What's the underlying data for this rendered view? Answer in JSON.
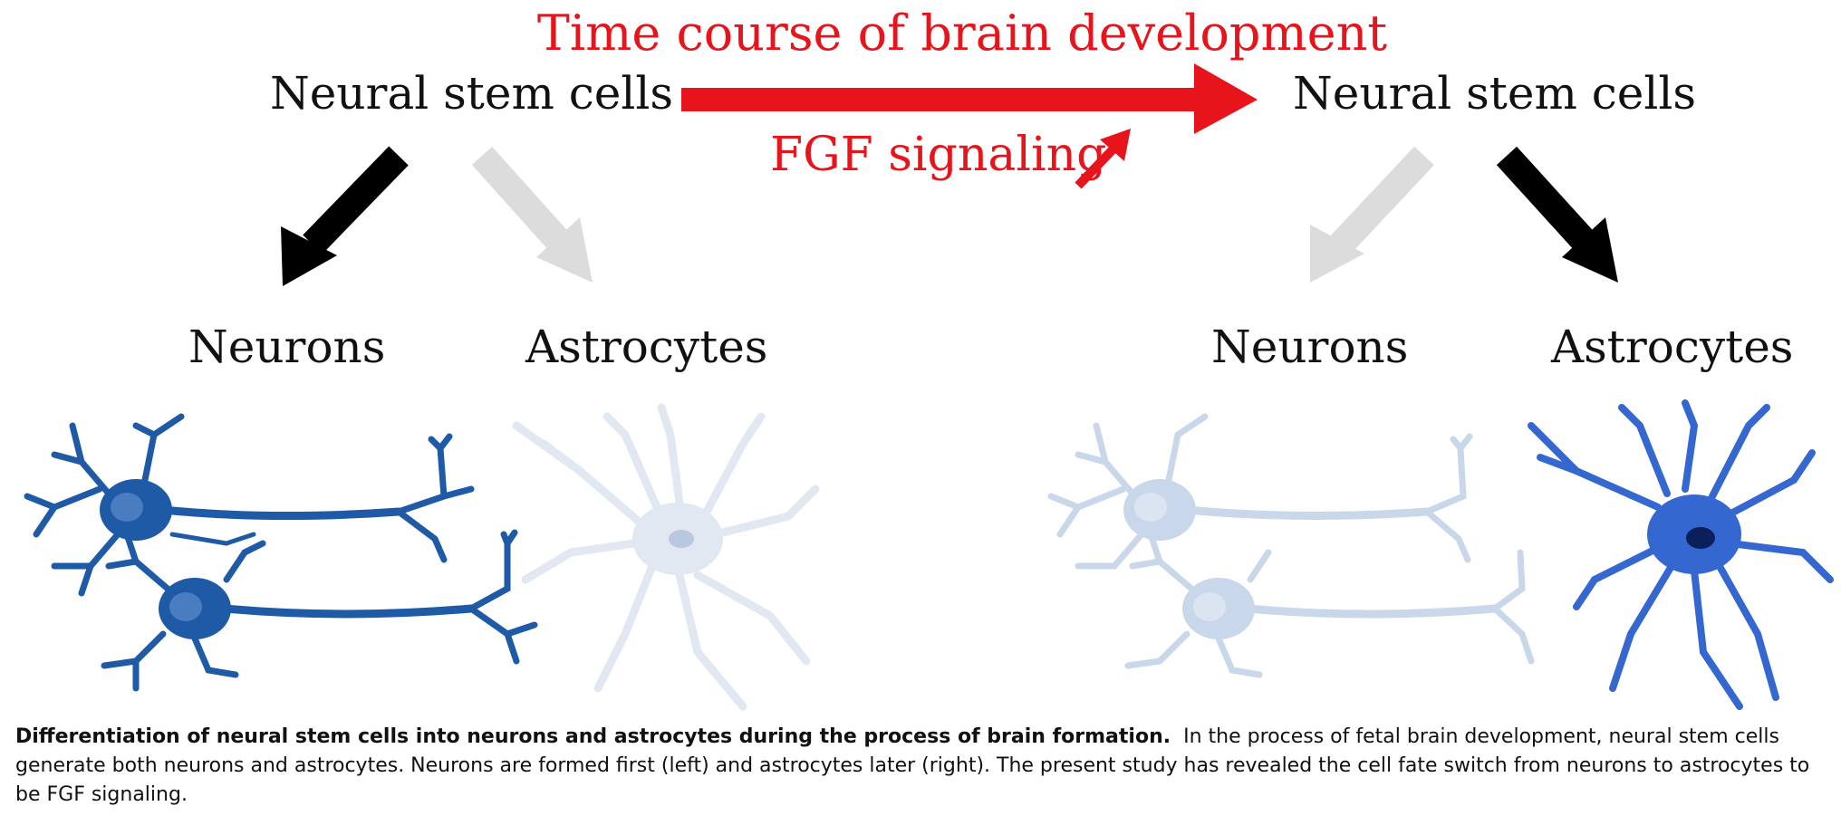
{
  "diagram": {
    "time_label": "Time course of brain development",
    "signal_label": "FGF signaling",
    "left": {
      "source_label": "Neural stem cells",
      "neurons_label": "Neurons",
      "astrocytes_label": "Astrocytes"
    },
    "right": {
      "source_label": "Neural stem cells",
      "neurons_label": "Neurons",
      "astrocytes_label": "Astrocytes"
    }
  },
  "caption": {
    "lead": "Differentiation of neural stem cells into neurons and astrocytes during the process of brain formation.",
    "body": "In the process of fetal brain development, neural stem cells generate both neurons and astrocytes. Neurons are formed first (left) and astrocytes later (right). The present study has revealed the cell fate switch from neurons to astrocytes to be FGF signaling."
  },
  "colors": {
    "accent_red": "#e8141c",
    "active_arrow": "#000000",
    "inactive_arrow": "#dcdcdc",
    "cell_active": "#1f5aa6",
    "cell_faded": "#c9d7ea",
    "astro_active": "#3567d1"
  }
}
